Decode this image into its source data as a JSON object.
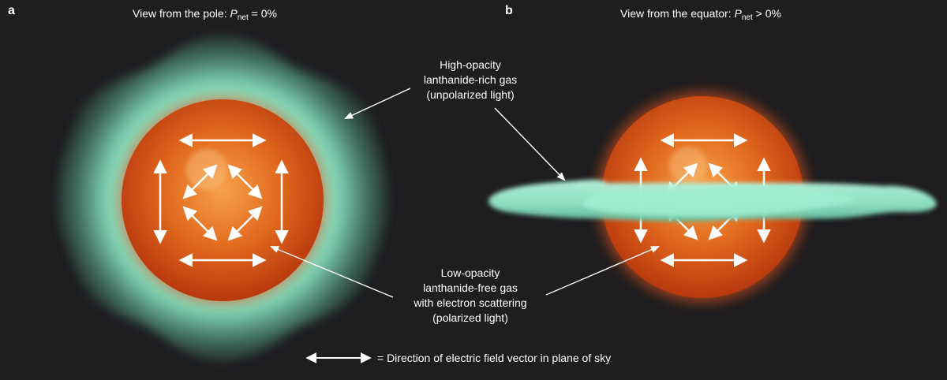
{
  "panels": {
    "a": {
      "letter": "a",
      "title_prefix": "View from the pole: ",
      "title_symbol": "P",
      "title_subscript": "net",
      "title_suffix": " = 0%"
    },
    "b": {
      "letter": "b",
      "title_prefix": "View from the equator: ",
      "title_symbol": "P",
      "title_subscript": "net",
      "title_suffix": " > 0%"
    }
  },
  "labels": {
    "high_opacity": [
      "High-opacity",
      "lanthanide-rich gas",
      "(unpolarized light)"
    ],
    "low_opacity": [
      "Low-opacity",
      "lanthanide-free gas",
      "with electron scattering",
      "(polarized light)"
    ]
  },
  "legend": {
    "text": "= Direction of electric field vector in plane of sky"
  },
  "colors": {
    "background": "#1e1d20",
    "core_light": "#f7a24a",
    "core_dark": "#c3400f",
    "shell": "#8fe6c6",
    "arrows": "#ffffff"
  }
}
